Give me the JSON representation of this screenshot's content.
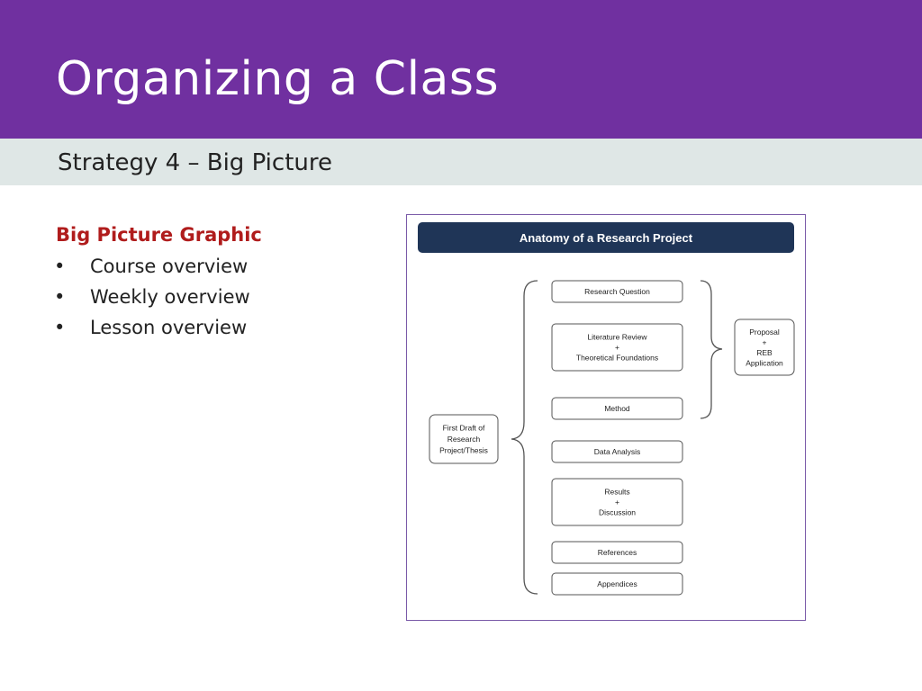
{
  "slide": {
    "title": "Organizing a Class",
    "subtitle": "Strategy 4 – Big Picture"
  },
  "content": {
    "heading": "Big Picture Graphic",
    "bullet_char": "•",
    "bullets": [
      "Course overview",
      "Weekly overview",
      "Lesson overview"
    ]
  },
  "figure": {
    "title": "Anatomy of a Research Project",
    "left_box": [
      "First Draft of",
      "Research",
      "Project/Thesis"
    ],
    "steps": [
      [
        "Research Question"
      ],
      [
        "Literature Review",
        "+",
        "Theoretical Foundations"
      ],
      [
        "Method"
      ],
      [
        "Data Analysis"
      ],
      [
        "Results",
        "+",
        "Discussion"
      ],
      [
        "References"
      ],
      [
        "Appendices"
      ]
    ],
    "right_box": [
      "Proposal",
      "+",
      "REB",
      "Application"
    ]
  },
  "colors": {
    "header_purple": "#7030a0",
    "subtitle_band": "#dfe7e6",
    "heading_red": "#b01c1c",
    "figure_banner": "#1f3557"
  }
}
